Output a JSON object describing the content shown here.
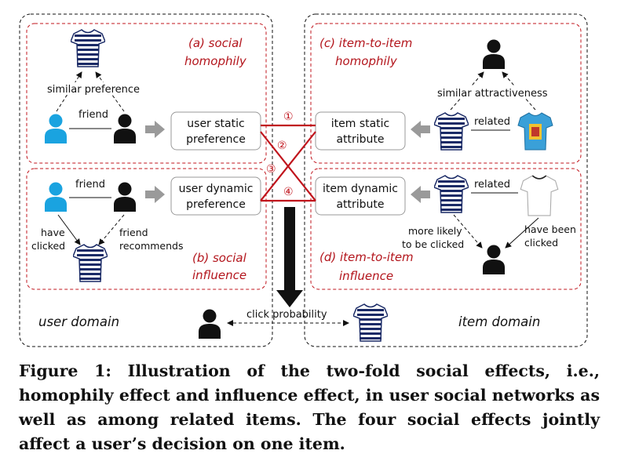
{
  "figure": {
    "panels": {
      "a": {
        "title_line1": "(a) social",
        "title_line2": "homophily"
      },
      "b": {
        "title_line1": "(b) social",
        "title_line2": "influence"
      },
      "c": {
        "title_line1": "(c) item-to-item",
        "title_line2": "homophily"
      },
      "d": {
        "title_line1": "(d) item-to-item",
        "title_line2": "influence"
      }
    },
    "labels": {
      "similar_preference": "similar preference",
      "friend_a": "friend",
      "friend_b": "friend",
      "have_clicked_1": "have",
      "have_clicked_2": "clicked",
      "friend_recommends_1": "friend",
      "friend_recommends_2": "recommends",
      "similar_attractiveness": "similar attractiveness",
      "related_c": "related",
      "related_d": "related",
      "more_likely_1": "more likely",
      "more_likely_2": "to be clicked",
      "have_been_1": "have been",
      "have_been_2": "clicked",
      "click_probability": "click probability"
    },
    "boxes": {
      "user_static_1": "user static",
      "user_static_2": "preference",
      "user_dynamic_1": "user dynamic",
      "user_dynamic_2": "preference",
      "item_static_1": "item static",
      "item_static_2": "attribute",
      "item_dynamic_1": "item dynamic",
      "item_dynamic_2": "attribute"
    },
    "circled_numbers": [
      "①",
      "②",
      "③",
      "④"
    ],
    "domains": {
      "user": "user domain",
      "item": "item domain"
    },
    "colors": {
      "red": "#c0141c",
      "user_blue": "#1aa3e0",
      "black": "#111111",
      "arrow_gray": "#9a9a9a"
    },
    "icons": [
      "user-icon",
      "friend-icon",
      "tshirt-icon"
    ]
  },
  "caption": "Figure 1: Illustration of the two-fold social effects, i.e., homophily effect and influence effect, in user social networks as well as among related items. The four social effects jointly affect a user’s decision on one item."
}
